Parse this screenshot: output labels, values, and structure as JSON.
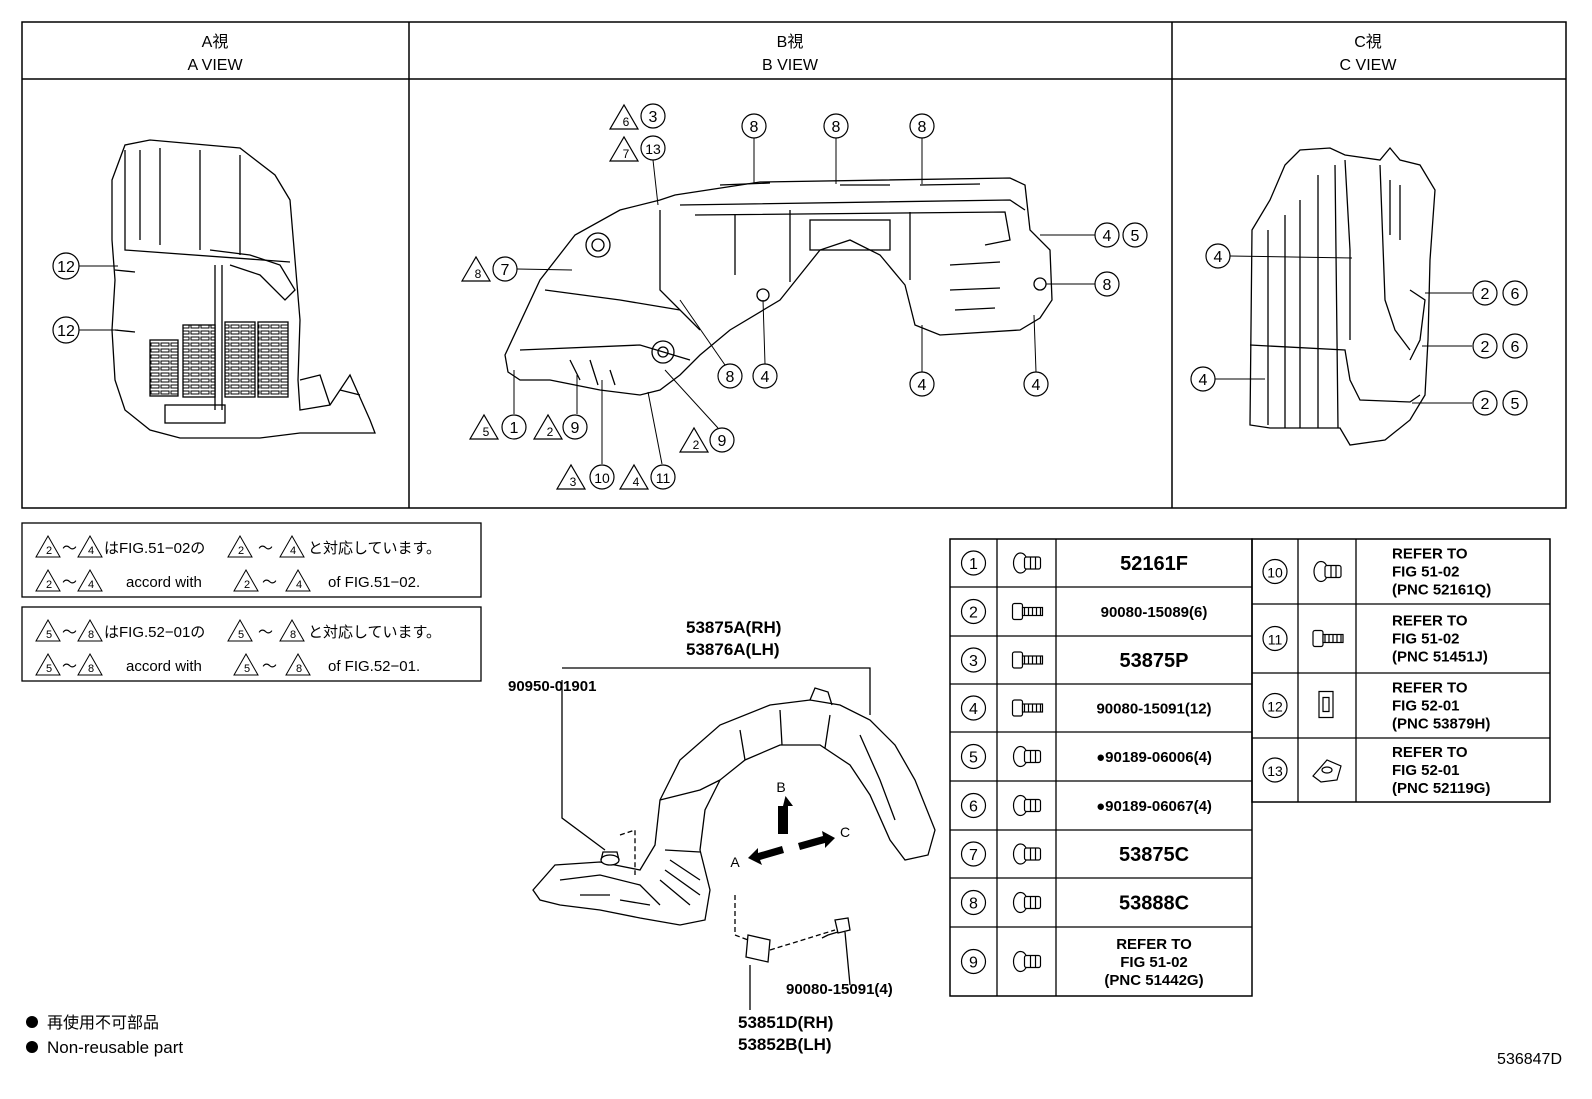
{
  "views": {
    "a": {
      "jp": "A視",
      "en": "A VIEW"
    },
    "b": {
      "jp": "B視",
      "en": "B VIEW"
    },
    "c": {
      "jp": "C視",
      "en": "C VIEW"
    }
  },
  "a_view_callouts": [
    "12",
    "12"
  ],
  "b_view_callouts": {
    "top_left_1": {
      "tri": "6",
      "num": "3"
    },
    "top_left_2": {
      "tri": "7",
      "num": "13"
    },
    "left": {
      "tri": "8",
      "num": "7"
    },
    "top": [
      "8",
      "8",
      "8"
    ],
    "right_top": [
      "4",
      "5"
    ],
    "right_mid": "8",
    "bottom_a": {
      "tri": "5",
      "num": "1"
    },
    "bottom_b": {
      "tri": "2",
      "num": "9"
    },
    "bottom_c": {
      "tri": "3",
      "num": "10"
    },
    "bottom_d": {
      "tri": "4",
      "num": "11"
    },
    "bottom_e": {
      "tri": "2",
      "num": "9"
    },
    "mid_8": "8",
    "mid_4": "4",
    "bottom_4a": "4",
    "bottom_4b": "4"
  },
  "c_view_callouts": {
    "left_top": "4",
    "left_bottom": "4",
    "right_1": [
      "2",
      "6"
    ],
    "right_2": [
      "2",
      "6"
    ],
    "right_3": [
      "2",
      "5"
    ]
  },
  "notes": {
    "note1": {
      "range_a": [
        "2",
        "4"
      ],
      "jp_mid": "はFIG.51−02の",
      "range_b": [
        "2",
        "4"
      ],
      "jp_end": "と対応しています。",
      "en_mid": "accord with",
      "en_end": "of FIG.51−02."
    },
    "note2": {
      "range_a": [
        "5",
        "8"
      ],
      "jp_mid": "はFIG.52−01の",
      "range_b": [
        "5",
        "8"
      ],
      "jp_end": "と対応しています。",
      "en_mid": "accord with",
      "en_end": "of FIG.52−01."
    },
    "tilde": "〜"
  },
  "main_parts": {
    "liner_rh": "53875A(RH)",
    "liner_lh": "53876A(LH)",
    "grommet": "90950-01901",
    "screw": "90080-15091(4)",
    "bracket_rh": "53851D(RH)",
    "bracket_lh": "53852B(LH)",
    "arrow_a": "A",
    "arrow_b": "B",
    "arrow_c": "C"
  },
  "parts_table_left": [
    {
      "num": "1",
      "icon": "clip-icon",
      "part": "52161F"
    },
    {
      "num": "2",
      "icon": "screw-icon",
      "part": "90080-15089(6)"
    },
    {
      "num": "3",
      "icon": "screw-icon",
      "part": "53875P"
    },
    {
      "num": "4",
      "icon": "screw-icon",
      "part": "90080-15091(12)"
    },
    {
      "num": "5",
      "icon": "clip-icon",
      "part": "●90189-06006(4)"
    },
    {
      "num": "6",
      "icon": "clip-icon",
      "part": "●90189-06067(4)"
    },
    {
      "num": "7",
      "icon": "clip-icon",
      "part": "53875C"
    },
    {
      "num": "8",
      "icon": "clip-icon",
      "part": "53888C"
    },
    {
      "num": "9",
      "icon": "clip-icon",
      "part": [
        "REFER TO",
        "FIG 51-02",
        "(PNC 51442G)"
      ]
    }
  ],
  "parts_table_right": [
    {
      "num": "10",
      "icon": "clip-icon",
      "part": [
        "REFER TO",
        "FIG 51-02",
        "(PNC 52161Q)"
      ]
    },
    {
      "num": "11",
      "icon": "screw-icon",
      "part": [
        "REFER TO",
        "FIG 51-02",
        "(PNC 51451J)"
      ]
    },
    {
      "num": "12",
      "icon": "retainer-icon",
      "part": [
        "REFER TO",
        "FIG 52-01",
        "(PNC 53879H)"
      ]
    },
    {
      "num": "13",
      "icon": "nut-icon",
      "part": [
        "REFER TO",
        "FIG 52-01",
        "(PNC 52119G)"
      ]
    }
  ],
  "legend": {
    "jp": "再使用不可部品",
    "en": "Non-reusable part"
  },
  "figure_id": "536847D"
}
